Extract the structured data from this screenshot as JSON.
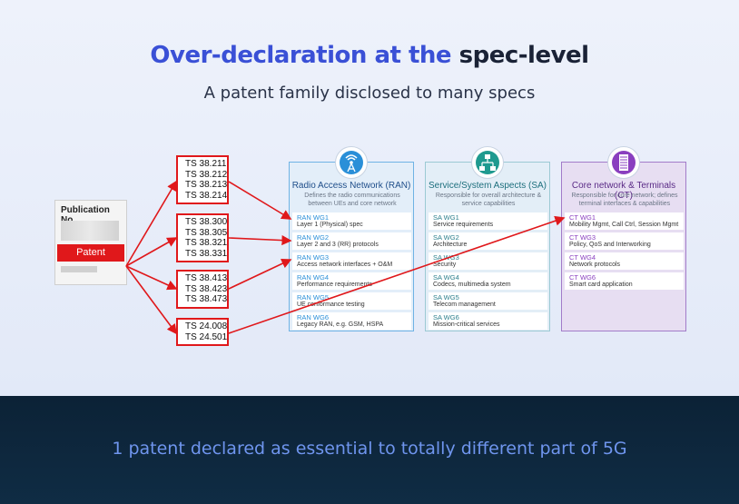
{
  "title": {
    "part1": "Over-declaration at the",
    "part2": "spec-level"
  },
  "subtitle": "A patent family disclosed to many specs",
  "footer": "1 patent declared as essential to totally different part of 5G",
  "publication": {
    "header": "Publication No.",
    "label": "Patent"
  },
  "ts_groups": [
    [
      "TS 38.211",
      "TS 38.212",
      "TS 38.213",
      "TS 38.214"
    ],
    [
      "TS 38.300",
      "TS 38.305",
      "TS 38.321",
      "TS 38.331"
    ],
    [
      "TS 38.413",
      "TS 38.423",
      "TS 38.473"
    ],
    [
      "TS 24.008",
      "TS 24.501"
    ]
  ],
  "groups": {
    "ran": {
      "title": "Radio Access Network (RAN)",
      "desc": "Defines the radio communications between UEs and core network",
      "icon": "antenna-icon",
      "rows": [
        {
          "name": "RAN WG1",
          "desc": "Layer 1 (Physical) spec"
        },
        {
          "name": "RAN WG2",
          "desc": "Layer 2 and 3 (RR) protocols"
        },
        {
          "name": "RAN WG3",
          "desc": "Access network interfaces + O&M"
        },
        {
          "name": "RAN WG4",
          "desc": "Performance requirements"
        },
        {
          "name": "RAN WG5",
          "desc": "UE conformance testing"
        },
        {
          "name": "RAN WG6",
          "desc": "Legacy RAN, e.g. GSM, HSPA"
        }
      ]
    },
    "sa": {
      "title": "Service/System Aspects (SA)",
      "desc": "Responsible for overall architecture & service capabilities",
      "icon": "network-diagram-icon",
      "rows": [
        {
          "name": "SA WG1",
          "desc": "Service requirements"
        },
        {
          "name": "SA WG2",
          "desc": "Architecture"
        },
        {
          "name": "SA WG3",
          "desc": "Security"
        },
        {
          "name": "SA WG4",
          "desc": "Codecs, multimedia system"
        },
        {
          "name": "SA WG5",
          "desc": "Telecom management"
        },
        {
          "name": "SA WG6",
          "desc": "Mission-critical services"
        }
      ]
    },
    "ct": {
      "title": "Core network & Terminals (CT)",
      "desc": "Responsible for core network; defines terminal interfaces & capabilities",
      "icon": "server-icon",
      "rows": [
        {
          "name": "CT WG1",
          "desc": "Mobility Mgmt, Call Ctrl, Session Mgmt"
        },
        {
          "name": "CT WG3",
          "desc": "Policy, QoS and Interworking"
        },
        {
          "name": "CT WG4",
          "desc": "Network protocols"
        },
        {
          "name": "CT WG6",
          "desc": "Smart card application"
        }
      ]
    }
  },
  "colors": {
    "accent_red": "#e0181b",
    "title_blue": "#3a50d6",
    "footer_blue": "#6f95ee"
  }
}
